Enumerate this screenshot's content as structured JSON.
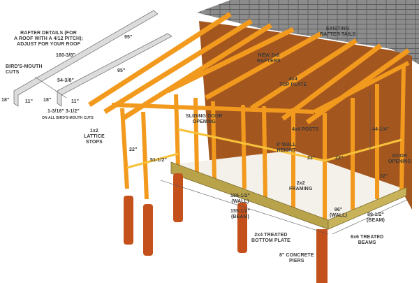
{
  "title": "Shed-roof screened porch framing diagram",
  "colors": {
    "lumber": "#f29a1e",
    "lumber_light": "#f7c23a",
    "wall": "#a4561f",
    "roof": "#8a8a8a",
    "pier": "#c4511b",
    "text": "#3a3a3a"
  },
  "rafter_details": {
    "heading_1": "RAFTER DETAILS (FOR",
    "heading_2": "A ROOF WITH A 4/12 PITCH);",
    "heading_3": "ADJUST FOR YOUR ROOF",
    "long_length": "160-3/8\"",
    "long_span": "95\"",
    "short_length": "54-3/8\"",
    "short_span": "95\"",
    "birds_mouth_1": "BIRD'S-MOUTH",
    "birds_mouth_2": "CUTS",
    "tail_a": "18\"",
    "seat_a": "11\"",
    "tail_b": "18\"",
    "seat_b": "11\"",
    "cut_dims": "1-3/16\"   3-1/2\"",
    "cut_note": "ON ALL BIRD'S-MOUTH CUTS"
  },
  "labels": {
    "existing_rafter_tails": [
      "EXISTING",
      "RAFTER TAILS"
    ],
    "new_rafters": [
      "NEW 2x6",
      "RAFTERS"
    ],
    "top_plate": [
      "4x4",
      "TOP PLATE"
    ],
    "sliding_door": [
      "SLIDING DOOR",
      "OPENING"
    ],
    "posts": "4x4 POSTS",
    "wall_height": [
      "8' WALL",
      "HEIGHT"
    ],
    "door_height": "44-1/4\"",
    "door_opening": [
      "DOOR",
      "OPENING"
    ],
    "spacing_1": "22\"",
    "spacing_2": "22\"",
    "door_width": "32\"",
    "lattice_stops": [
      "1x2",
      "LATTICE",
      "STOPS"
    ],
    "lattice_spacing": "22\"",
    "lattice_width": "51-1/2\"",
    "framing_2x2": [
      "2x2",
      "FRAMING"
    ],
    "wall_long": [
      "156-1/2\"",
      "(WALL)"
    ],
    "beam_long": [
      "155-1/2\"",
      "(BEAM)"
    ],
    "wall_short": [
      "96\"",
      "(WALL)"
    ],
    "beam_short": [
      "89-1/2\"",
      "(BEAM)"
    ],
    "bottom_plate": [
      "2x4 TREATED",
      "BOTTOM PLATE"
    ],
    "beams": [
      "6x6 TREATED",
      "BEAMS"
    ],
    "piers": [
      "8\" CONCRETE",
      "PIERS"
    ]
  }
}
